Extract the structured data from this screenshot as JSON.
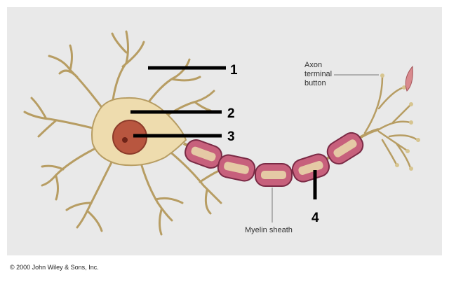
{
  "diagram": {
    "markers": [
      "1",
      "2",
      "3",
      "4"
    ],
    "labels": {
      "axon_terminal_line1": "Axon",
      "axon_terminal_line2": "terminal",
      "axon_terminal_line3": "button",
      "myelin": "Myelin sheath"
    },
    "copyright": "© 2000 John Wiley & Sons, Inc.",
    "colors": {
      "background_panel": "#e9e9e9",
      "cell_body": "#eedcae",
      "cell_outline": "#b79d63",
      "nucleus": "#b8563f",
      "myelin_fill": "#c7607c",
      "myelin_outline": "#7a2a45",
      "myelin_core": "#e5c9a5",
      "terminal_button": "#d98a8e",
      "pointer_line": "#000000"
    }
  }
}
